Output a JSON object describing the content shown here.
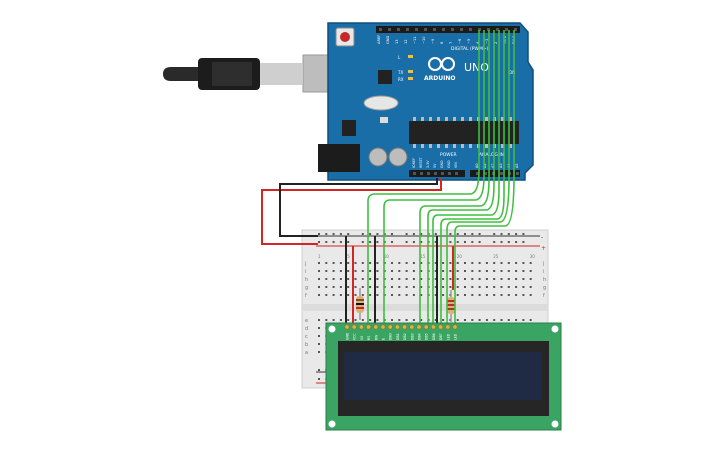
{
  "arduino": {
    "brand_text": "ARDUINO",
    "model_text": "UNO",
    "header_digital": "DIGITAL (PWM~)",
    "header_power": "POWER",
    "header_analog": "ANALOG IN",
    "led_labels": [
      "L",
      "TX",
      "RX"
    ],
    "on_label": "ON",
    "digital_pins": [
      "AREF",
      "GND",
      "13",
      "12",
      "~11",
      "~10",
      "~9",
      "8",
      "7",
      "~6",
      "~5",
      "4",
      "~3",
      "2",
      "TX 1",
      "RX 0"
    ],
    "power_pins": [
      "IOREF",
      "RESET",
      "3.3V",
      "5V",
      "GND",
      "GND",
      "VIN"
    ],
    "analog_pins": [
      "A0",
      "A1",
      "A2",
      "A3",
      "A4",
      "A5"
    ]
  },
  "breadboard": {
    "row_letters_top": [
      "j",
      "i",
      "h",
      "g",
      "f"
    ],
    "row_letters_bottom": [
      "e",
      "d",
      "c",
      "b",
      "a"
    ],
    "column_numbers": [
      "1",
      "5",
      "10",
      "15",
      "20",
      "25",
      "30"
    ],
    "rail_plus": "+",
    "rail_minus": "-"
  },
  "lcd": {
    "pin_labels": [
      "GND",
      "VCC",
      "V0",
      "RS",
      "RW",
      "E",
      "DB0",
      "DB1",
      "DB2",
      "DB3",
      "DB4",
      "DB5",
      "DB6",
      "DB7",
      "LED",
      "LED"
    ]
  },
  "colors": {
    "arduino_board": "#1a6ea8",
    "lcd_board": "#3aa563",
    "lcd_screen": "#1f2a44",
    "wire_green": "#3fbf3f",
    "wire_red": "#d42424",
    "wire_black": "#222222",
    "breadboard": "#e9e9e9"
  }
}
